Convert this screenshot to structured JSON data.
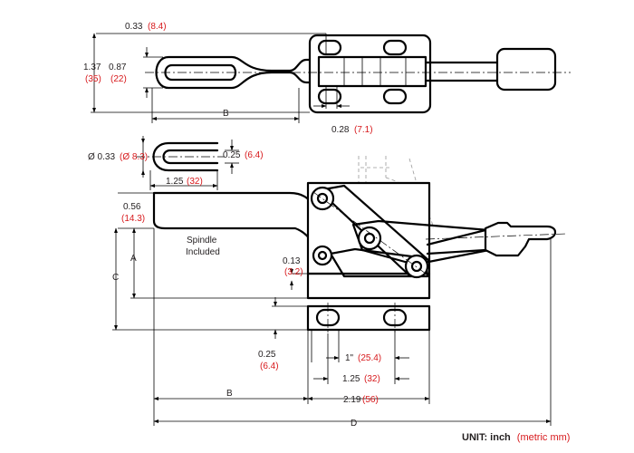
{
  "colors": {
    "metric": "#d7191c",
    "ink": "#231f20"
  },
  "top_view": {
    "handle_offset_in": "0.33",
    "handle_offset_mm": "(8.4)",
    "overall_width_in": "1.37",
    "overall_width_mm": "(35)",
    "handle_width_in": "0.87",
    "handle_width_mm": "(22)",
    "dim_b": "B",
    "slot_in": "0.28",
    "slot_mm": "(7.1)"
  },
  "spindle_detail": {
    "dia_in": "Ø 0.33",
    "dia_mm": "(Ø 8.3)",
    "width_in": "0.25",
    "width_mm": "(6.4)",
    "length_in": "1.25",
    "length_mm": "(32)"
  },
  "side_view": {
    "bar_thickness_in": "0.56",
    "bar_thickness_mm": "(14.3)",
    "dim_a": "A",
    "dim_c": "C",
    "spindle_line1": "Spindle",
    "spindle_line2": "Included",
    "step_in": "0.13",
    "step_mm": "(3.2)"
  },
  "base_view": {
    "base_thickness_in": "0.25",
    "base_thickness_mm": "(6.4)",
    "hole_spacing_in": "1\"",
    "hole_spacing_mm": "(25.4)",
    "hole_span_in": "1.25",
    "hole_span_mm": "(32)",
    "dim_b": "B",
    "base_length_in": "2.19",
    "base_length_mm": "(56)",
    "dim_d": "D"
  },
  "unit_note": {
    "label": "UNIT: inch",
    "metric": "(metric mm)"
  }
}
